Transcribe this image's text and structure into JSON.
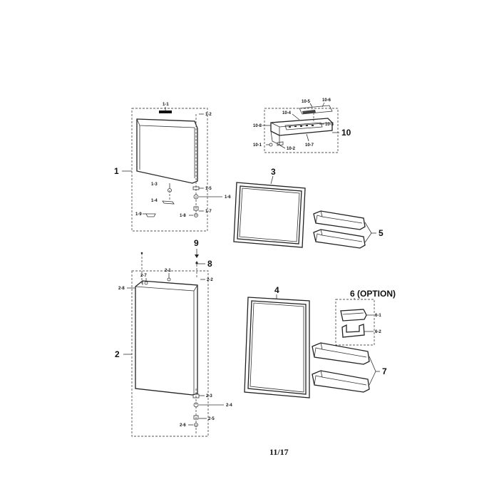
{
  "labels": {
    "l1": "1",
    "l1_1": "1-1",
    "l1_2": "1-2",
    "l1_3": "1-3",
    "l1_4": "1-4",
    "l1_5": "1-5",
    "l1_6": "1-6",
    "l1_7": "1-7",
    "l1_8": "1-8",
    "l1_9": "1-9",
    "l2": "2",
    "l2_1": "2-1",
    "l2_2": "2-2",
    "l2_3": "2-3",
    "l2_4": "2-4",
    "l2_5": "2-5",
    "l2_6": "2-6",
    "l2_7": "2-7",
    "l2_8": "2-8",
    "l3": "3",
    "l4": "4",
    "l5": "5",
    "l6": "6 (OPTION)",
    "l6_1": "6-1",
    "l6_2": "6-2",
    "l7": "7",
    "l8": "8",
    "l9": "9",
    "l10": "10",
    "l10_1": "10-1",
    "l10_2": "10-2",
    "l10_3": "10-3",
    "l10_4": "10-4",
    "l10_5": "10-5",
    "l10_6": "10-6",
    "l10_7": "10-7",
    "l10_8": "10-8"
  },
  "footer": {
    "page": "11/17"
  }
}
